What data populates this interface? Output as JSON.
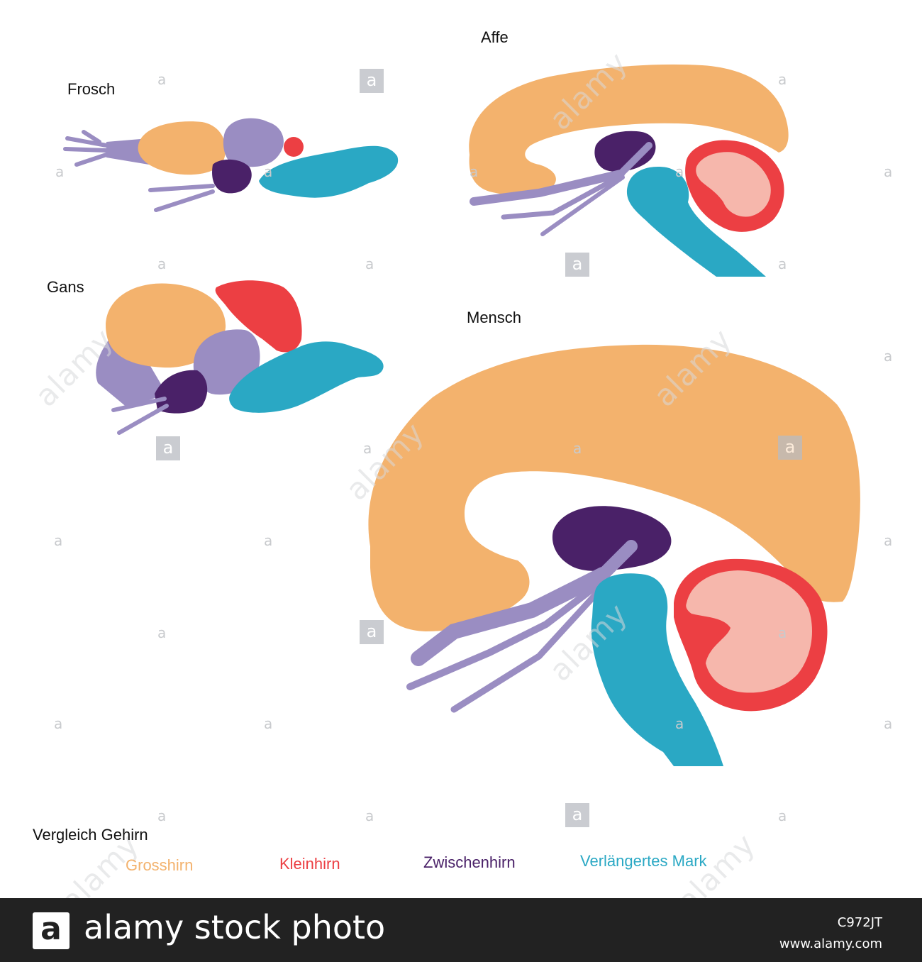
{
  "labels": {
    "frog": "Frosch",
    "monkey": "Affe",
    "goose": "Gans",
    "human": "Mensch"
  },
  "legend": {
    "title": "Vergleich Gehirn",
    "items": [
      {
        "label": "Grosshirn",
        "color": "#f3b26d"
      },
      {
        "label": "Kleinhirn",
        "color": "#ec3f43"
      },
      {
        "label": "Zwischenhirn",
        "color": "#4a2168"
      },
      {
        "label": "Verlängertes Mark",
        "color": "#2aa8c4"
      }
    ]
  },
  "colors": {
    "cerebrum": "#f3b26d",
    "cerebellum": "#ec3f43",
    "cerebellum_inner": "#f6b7ac",
    "diencephalon": "#4a2168",
    "medulla": "#2aa8c4",
    "nerves": "#9a8dc2"
  },
  "watermark": {
    "logo_letter": "a",
    "brand": "alamy",
    "footer_text": "alamy stock photo",
    "image_id": "C972JT",
    "url": "www.alamy.com"
  }
}
